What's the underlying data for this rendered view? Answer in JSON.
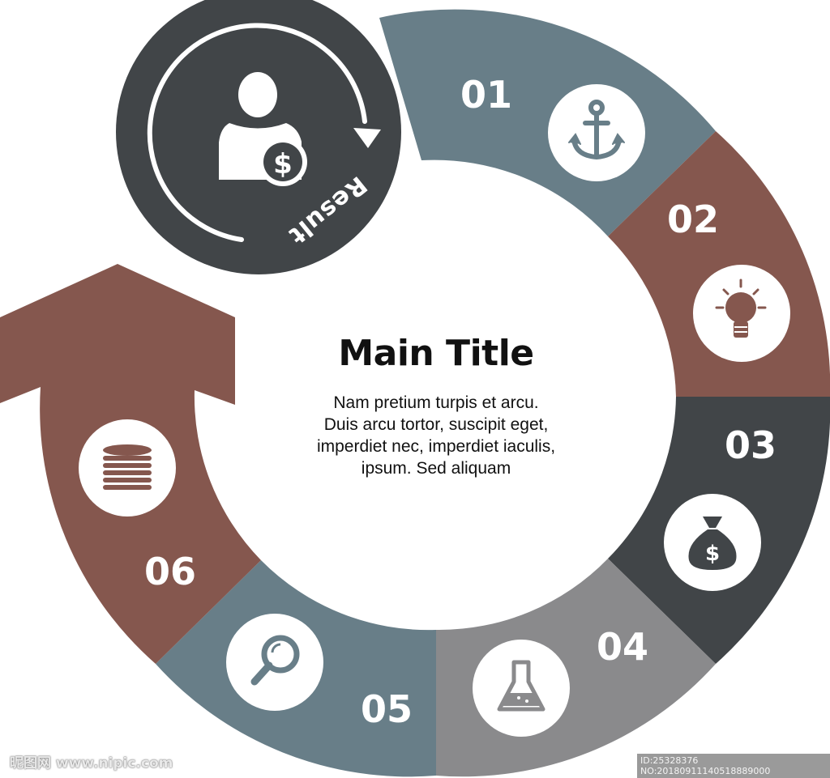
{
  "title": "Main Title",
  "body": "Nam pretium turpis et arcu. Duis arcu tortor, suscipit eget, imperdiet nec, imperdiet iaculis, ipsum. Sed aliquam",
  "result": {
    "label": "Result",
    "icons": [
      "person-icon",
      "dollar-coin-icon",
      "circular-arrow-icon"
    ],
    "color": "#414548"
  },
  "segments": [
    {
      "number": "01",
      "icon": "anchor-icon",
      "color": "#687e88"
    },
    {
      "number": "02",
      "icon": "lightbulb-icon",
      "color": "#85574e"
    },
    {
      "number": "03",
      "icon": "money-bag-icon",
      "color": "#414548"
    },
    {
      "number": "04",
      "icon": "flask-icon",
      "color": "#8a8a8c"
    },
    {
      "number": "05",
      "icon": "magnifier-icon",
      "color": "#687e88"
    },
    {
      "number": "06",
      "icon": "coin-stack-icon",
      "color": "#85574e"
    }
  ],
  "watermarks": {
    "left": "昵图网 www.nipic.com",
    "right": "ID:25328376 NO:20180911140518889000"
  }
}
